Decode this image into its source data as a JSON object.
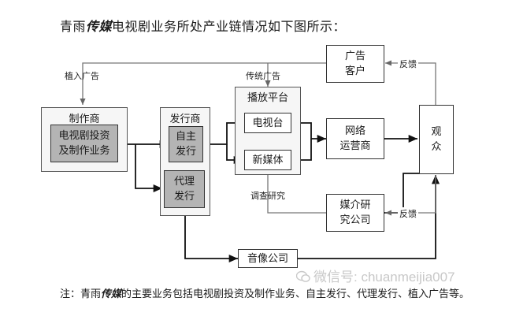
{
  "title": {
    "prefix": "青雨",
    "emphasis": "传媒",
    "suffix": "电视剧业务所处产业链情况如下图所示："
  },
  "nodes": {
    "producer_group": "制作商",
    "producer_business": "电视剧投资\n及制作业务",
    "distributor_group": "发行商",
    "self_distribution": "自主\n发行",
    "agent_distribution": "代理\n发行",
    "platform_group": "播放平台",
    "tv_station": "电视台",
    "new_media": "新媒体",
    "network_operator": "网络\n运营商",
    "audience": "观\n众",
    "ad_client": "广告\n客户",
    "media_research": "媒介研\n究公司",
    "av_company": "音像公司"
  },
  "edge_labels": {
    "product_placement": "植入广告",
    "traditional_ads": "传统广告",
    "survey_research": "调查研究",
    "feedback_top": "反馈",
    "feedback_bottom": "反馈"
  },
  "watermark": "微信号: chuanmeijia007",
  "note": {
    "prefix": "注：青雨",
    "emphasis": "传媒",
    "suffix": "的主要业务包括电视剧投资及制作业务、自主发行、代理发行、植入广告等。"
  }
}
